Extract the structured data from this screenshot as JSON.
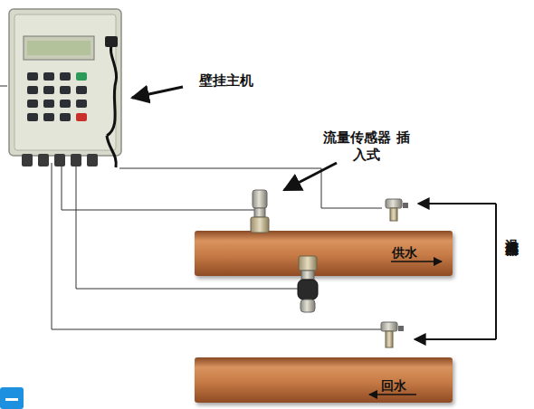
{
  "diagram": {
    "nodes": [
      {
        "text": [
          "供水"
        ]
      },
      {
        "text": [
          "回水"
        ]
      }
    ],
    "labels": [
      "壁挂主机",
      "流量传感器 插入式",
      "温度传感器"
    ]
  }
}
